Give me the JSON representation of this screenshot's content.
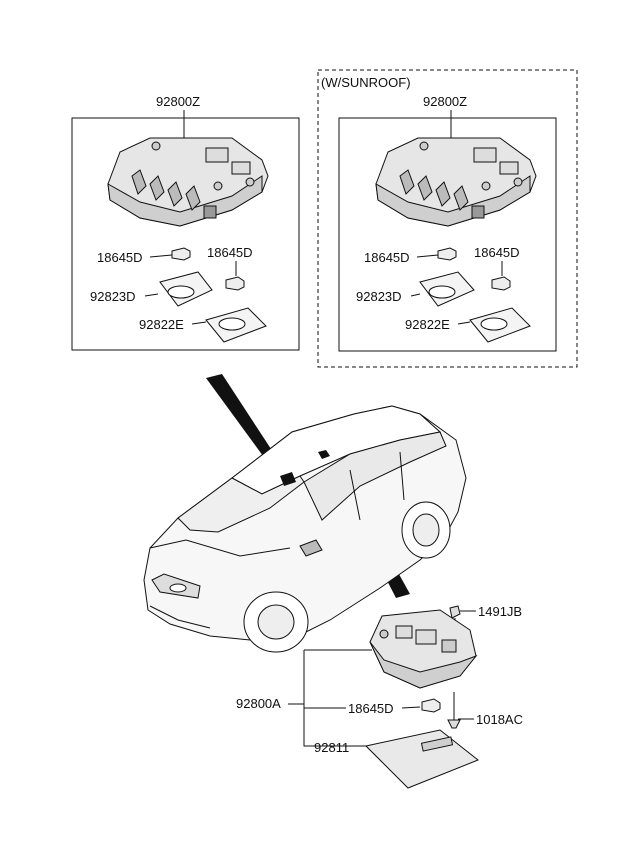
{
  "panel_left": {
    "assembly": "92800Z",
    "bulb_a": "18645D",
    "bulb_b": "18645D",
    "lens_a": "92823D",
    "lens_b": "92822E"
  },
  "panel_right": {
    "variant": "(W/SUNROOF)",
    "assembly": "92800Z",
    "bulb_a": "18645D",
    "bulb_b": "18645D",
    "lens_a": "92823D",
    "lens_b": "92822E"
  },
  "lower": {
    "screw_top": "1491JB",
    "assembly": "92800A",
    "bulb": "18645D",
    "screw_bottom": "1018AC",
    "lens": "92811"
  }
}
